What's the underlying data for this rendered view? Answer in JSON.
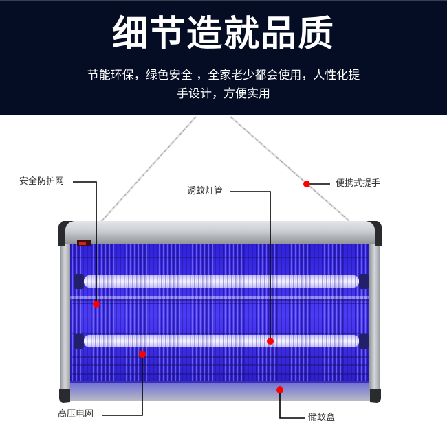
{
  "banner": {
    "title": "细节造就品质",
    "subtitle_line1": "节能环保，绿色安全 ，全家老少都会使用，人性化提",
    "subtitle_line2": "手设计，方便实用",
    "background_color": "#050d24"
  },
  "product": {
    "name": "mosquito-killer-lamp",
    "glow_color": "#3a2cf0",
    "frame_color": "#b8bcc2",
    "marker_color": "#ff0000"
  },
  "callouts": [
    {
      "id": "safety-net",
      "label": "安全防护网"
    },
    {
      "id": "handle",
      "label": "便携式提手"
    },
    {
      "id": "lamp-tube",
      "label": "诱蚊灯管"
    },
    {
      "id": "high-voltage-grid",
      "label": "高压电网"
    },
    {
      "id": "mosquito-tray",
      "label": "储蚊盒"
    }
  ]
}
